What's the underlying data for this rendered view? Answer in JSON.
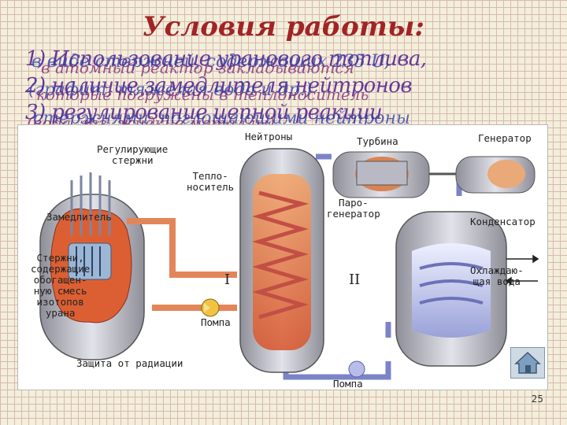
{
  "slide": {
    "title": "Условия работы:",
    "page_number": "25"
  },
  "overlay_layer_a": [
    "1) Использование уранового топлива,",
    "2) наличие замедлителя нейтронов",
    "3) регулирование цепной реакции"
  ],
  "overlay_layer_b": [
    "в виде стержней, содержащих 235 U,",
    "(графит, тяжелая вода и др.)",
    "стержнями, поглощающими нейтроны"
  ],
  "overlay_layer_c": [
    "в атомный реактор закладываются",
    "которые погружены в теплоноситель",
    "(вода, газ, жидкие металлы)"
  ],
  "diagram": {
    "labels": {
      "neutron": "Нейтроны",
      "turbine": "Турбина",
      "generator": "Генератор",
      "rods": "Регулирующие\nстержни",
      "coolant": "Тепло-\nноситель",
      "moderator": "Замедлитель",
      "fuel": "Стержни,\nсодержащие\nобогащен-\nную смесь\nизотопов\nурана",
      "steam_gen": "Паро-\nгенератор",
      "condenser": "Конденсатор",
      "cooling_water": "Охлаждаю-\nщая вода",
      "pump1": "Помпа",
      "pump2": "Помпа",
      "shield": "Защита от радиации",
      "loop1": "I",
      "loop2": "II"
    }
  },
  "colors": {
    "title": "#a12424",
    "vessel": "#c9c9cf",
    "core": "#e06a3a",
    "primary_pipe": "#e2865a",
    "secondary_pipe": "#7b84c8",
    "coil": "#d46a5a",
    "home_icon": "#7ea0c0"
  },
  "icons": [
    "home-icon",
    "pump-icon"
  ]
}
